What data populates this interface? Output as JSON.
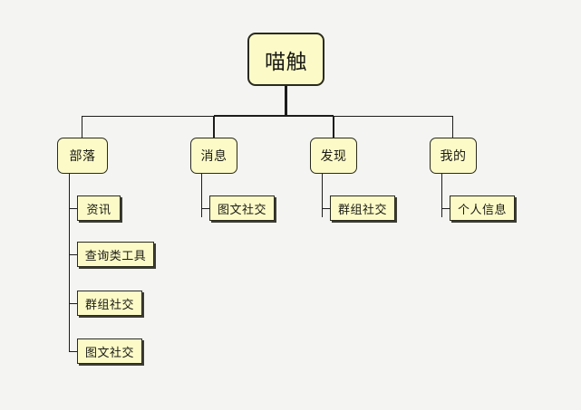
{
  "diagram": {
    "type": "organization-tree",
    "title_node": "喵触",
    "background_color": "#f4f4f2",
    "node_fill_color": "#fcfbc8",
    "node_border_color": "#2a2a1e",
    "connector_color": "#1c1c1c"
  },
  "root": {
    "label": "喵触"
  },
  "branches": [
    {
      "label": "部落",
      "leaves": [
        {
          "label": "资讯"
        },
        {
          "label": "查询类工具"
        },
        {
          "label": "群组社交"
        },
        {
          "label": "图文社交"
        }
      ]
    },
    {
      "label": "消息",
      "leaves": [
        {
          "label": "图文社交"
        }
      ]
    },
    {
      "label": "发现",
      "leaves": [
        {
          "label": "群组社交"
        }
      ]
    },
    {
      "label": "我的",
      "leaves": [
        {
          "label": "个人信息"
        }
      ]
    }
  ]
}
